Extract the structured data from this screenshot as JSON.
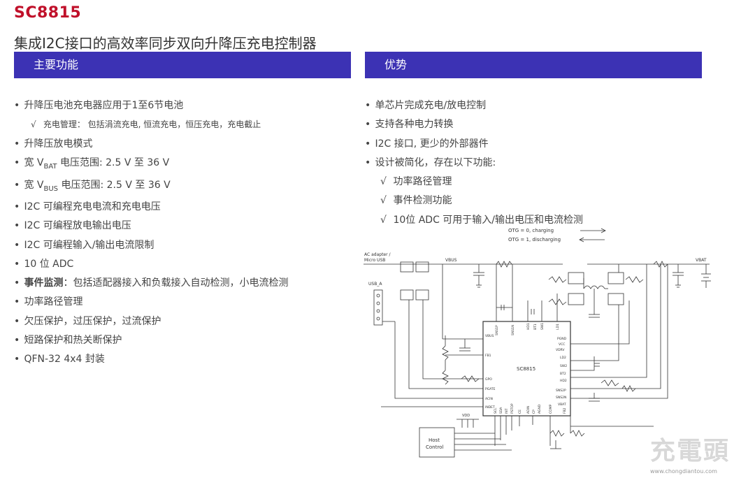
{
  "header": {
    "product": "SC8815",
    "subtitle": "集成I2C接口的高效率同步双向升降压充电控制器"
  },
  "features": {
    "heading": "主要功能",
    "items": [
      {
        "text": "升降压电池充电器应用于1至6节电池"
      },
      {
        "text": "充电管理： 包括涓流充电, 恒流充电，恒压充电，充电截止"
      },
      {
        "text": "升降压放电模式"
      },
      {
        "pre": "宽 V",
        "sub": "BAT",
        "post": " 电压范围: 2.5 V 至 36 V"
      },
      {
        "pre": "宽 V",
        "sub": "BUS",
        "post": " 电压范围: 2.5 V 至 36 V"
      },
      {
        "text": "I2C 可编程充电电流和充电电压"
      },
      {
        "text": "I2C 可编程放电输出电压"
      },
      {
        "text": "I2C 可编程输入/输出电流限制"
      },
      {
        "text": "10 位 ADC"
      },
      {
        "bold": "事件监测",
        "post": "：包括适配器接入和负载接入自动检测，小电流检测"
      },
      {
        "text": "功率路径管理"
      },
      {
        "text": "欠压保护，过压保护，过流保护"
      },
      {
        "text": "短路保护和热关断保护"
      },
      {
        "text": "QFN-32 4x4 封装"
      }
    ]
  },
  "advantages": {
    "heading": "优势",
    "items": [
      {
        "text": "单芯片完成充电/放电控制"
      },
      {
        "text": "支持各种电力转换"
      },
      {
        "text": "I2C 接口, 更少的外部器件"
      },
      {
        "text": "设计被简化，存在以下功能:"
      },
      {
        "text": "功率路径管理"
      },
      {
        "text": "事件检测功能"
      },
      {
        "text": "10位 ADC 可用于输入/输出电压和电流检测"
      }
    ]
  },
  "icons": {
    "bullet": "bullet-dot",
    "check": "check-mark"
  },
  "colors": {
    "brand": "#c0102a",
    "banner": "#3c32b4"
  },
  "diagram": {
    "otg_charge": "OTG  = 0, charging",
    "otg_discharge": "OTG = 1, discharging",
    "ac_adapter": "AC adapter /",
    "micro_usb": "Micro USB",
    "usb_a": "USB_A",
    "vbus": "VBUS",
    "vbat": "VBAT",
    "chip": "SC8815",
    "host1": "Host",
    "host2": "Control",
    "vdd": "VDD",
    "pins_top": [
      "SNS1P",
      "SNS1N",
      "HD1",
      "BT1",
      "SW1",
      "LD1"
    ],
    "pins_left": [
      "VBUS",
      "FB1",
      "GPO",
      "PGATE",
      "ACIN",
      "INDET"
    ],
    "pins_right": [
      "PGND",
      "VCC",
      "VDRV",
      "LD2",
      "SW2",
      "BT2",
      "HD2",
      "SNS2P",
      "SNS2N",
      "VBAT"
    ],
    "pins_bottom": [
      "SCL",
      "SDA",
      "INT",
      "PSTOP",
      "CE",
      "ADIN",
      "CP",
      "AGND",
      "COMP",
      "FB2"
    ]
  },
  "watermark": {
    "big": "充電頭",
    "small": "www.chongdiantou.com"
  }
}
